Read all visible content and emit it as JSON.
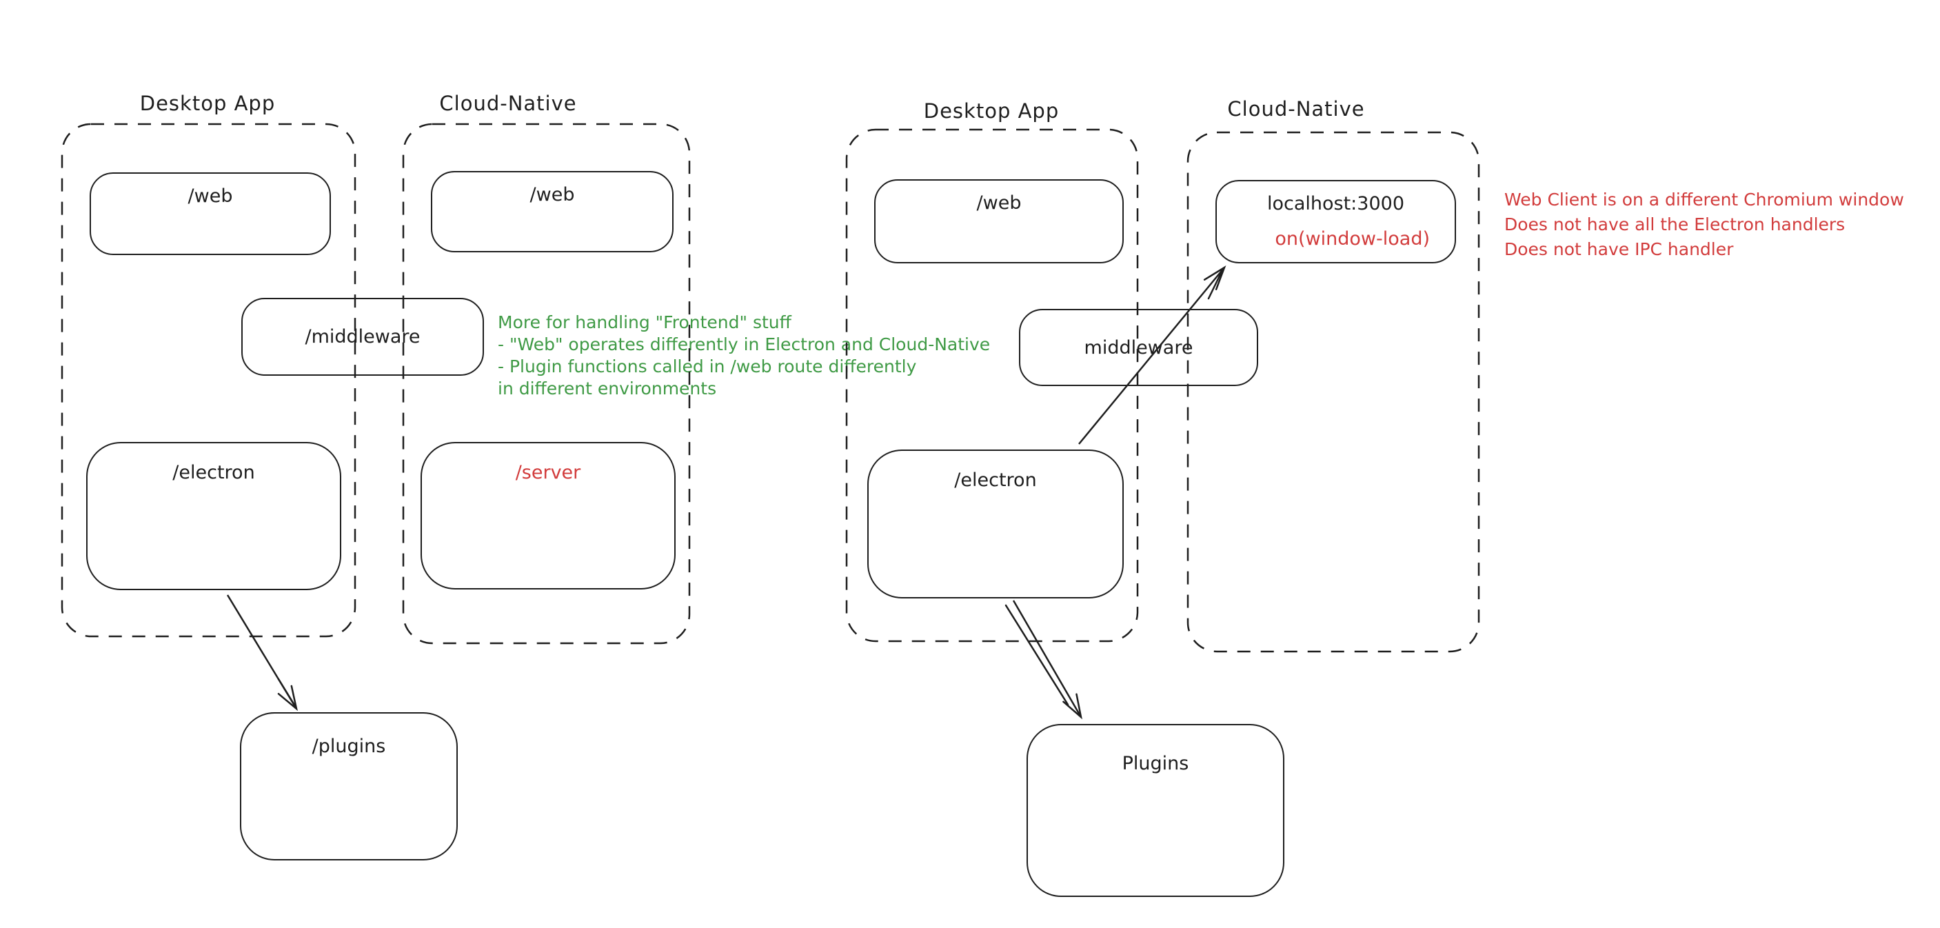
{
  "palette": {
    "stroke": "#1e1e1e",
    "red": "#d23c3c",
    "green": "#3f9a45",
    "background": "#ffffff"
  },
  "left_diagram": {
    "desktop_title": "Desktop App",
    "cloud_title": "Cloud-Native",
    "desktop_web_label": "/web",
    "cloud_web_label": "/web",
    "middleware_label": "/middleware",
    "electron_label": "/electron",
    "server_label": "/server",
    "plugins_label": "/plugins",
    "note_lines": [
      "More for handling \"Frontend\" stuff",
      "- \"Web\" operates differently in Electron and Cloud-Native",
      "- Plugin functions called in /web route differently",
      "in different environments"
    ]
  },
  "right_diagram": {
    "desktop_title": "Desktop App",
    "cloud_title": "Cloud-Native",
    "web_label": "/web",
    "localhost_label": "localhost:3000",
    "window_load_label": "on(window-load)",
    "middleware_label": "middleware",
    "electron_label": "/electron",
    "plugins_label": "Plugins",
    "note_lines": [
      "Web Client is on a different Chromium window",
      "Does not have all the Electron handlers",
      "Does not have IPC handler"
    ]
  }
}
